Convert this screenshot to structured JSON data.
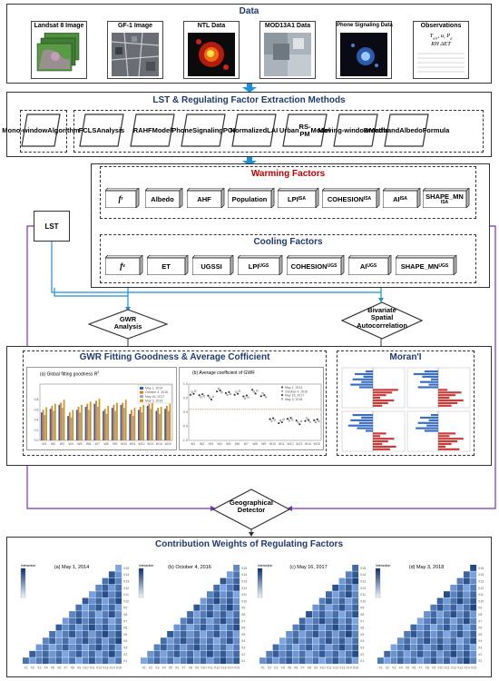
{
  "sections": {
    "data_title": "Data",
    "methods_title": "LST & Regulating Factor Extraction Methods",
    "warming_title": "Warming Factors",
    "cooling_title": "Cooling Factors",
    "gwr_section_title": "GWR Fitting Goodness & Average Cofficient",
    "moran_title": "Moran'I",
    "contrib_title": "Contribution Weights of Regulating Factors"
  },
  "data_sources": [
    {
      "label": "Landsat 8 Image"
    },
    {
      "label": "GF-1 Image"
    },
    {
      "label": "NTL Data"
    },
    {
      "label": "MOD13A1 Data"
    },
    {
      "label": "Phone Signaling Data"
    },
    {
      "label": "Observations"
    }
  ],
  "observations": {
    "line1": "T",
    "line1_sub": "air",
    "line1_rest": ", u, P",
    "line1_sub2": "a",
    "line2": "RH  ΔET"
  },
  "methods": {
    "single": {
      "l1": "Mono-",
      "l2": "window",
      "l3": "Algorithm"
    },
    "group": [
      {
        "l1": "FCLS",
        "l2": "Analysis",
        "l3": ""
      },
      {
        "l1": "RAHF",
        "l2": "Model",
        "l3": ""
      },
      {
        "l1": "Phone",
        "l2": "Signaling",
        "l3": "POI"
      },
      {
        "l1": "Normalized",
        "l2": "LAI",
        "l3": ""
      },
      {
        "l1": "Urban",
        "l2": "RS-PM",
        "l3": "Model"
      },
      {
        "l1": "Moving-",
        "l2": "window",
        "l3": "Method"
      },
      {
        "l1": "Broadband",
        "l2": "Albedo",
        "l3": "Formula"
      }
    ]
  },
  "lst_label": "LST",
  "warming_factors": [
    {
      "label": "f",
      "sub": "r"
    },
    {
      "label": "Albedo",
      "sub": ""
    },
    {
      "label": "AHF",
      "sub": ""
    },
    {
      "label": "Population",
      "sub": ""
    },
    {
      "label": "LPI",
      "sub": "ISA"
    },
    {
      "label": "COHESION",
      "sub": "ISA"
    },
    {
      "label": "AI",
      "sub": "ISA"
    },
    {
      "label": "SHAPE_MN",
      "sub": "ISA"
    }
  ],
  "cooling_factors": [
    {
      "label": "f",
      "sub": "v"
    },
    {
      "label": "ET",
      "sub": ""
    },
    {
      "label": "UGSSI",
      "sub": ""
    },
    {
      "label": "LPI",
      "sub": "UGS"
    },
    {
      "label": "COHESION",
      "sub": "UGS"
    },
    {
      "label": "AI",
      "sub": "UGS"
    },
    {
      "label": "SHAPE_MN",
      "sub": "UGS"
    }
  ],
  "gwr_diamond": {
    "l1": "GWR",
    "l2": "Analysis"
  },
  "bivariate_diamond": {
    "l1": "Bivariate",
    "l2": "Spatial",
    "l3": "Autocorrelation"
  },
  "geo_detector": {
    "l1": "Geographical",
    "l2": "Detector"
  },
  "panel_a": {
    "title": "(a)  Global fitting goodness R",
    "title_sup": "2",
    "legend": [
      "May 1, 2014",
      "October 4, 2016",
      "May 16, 2017",
      "May 3, 2018"
    ],
    "xticks": [
      "W1",
      "W2",
      "W3",
      "W4",
      "W5",
      "W6",
      "W7",
      "W8",
      "W9",
      "W10",
      "W11",
      "W12",
      "W13",
      "W14",
      "W15"
    ]
  },
  "panel_b": {
    "title": "(b)  Average coefficient of GWR",
    "legend": [
      "May 1, 2014",
      "October 4, 2016",
      "May 16, 2017",
      "May 3, 2018"
    ],
    "xticks": [
      "W1",
      "W2",
      "W3",
      "W4",
      "W5",
      "W6",
      "W7",
      "W8",
      "W9",
      "W10",
      "W11",
      "W12",
      "W13",
      "W14",
      "W15"
    ]
  },
  "heatmaps": [
    {
      "title": "(a) May 1, 2014"
    },
    {
      "title": "(b) October 4, 2016"
    },
    {
      "title": "(c) May 16, 2017"
    },
    {
      "title": "(d) May 3, 2018"
    }
  ],
  "heatmap_legend_label": "Interaction",
  "colors": {
    "title_blue": "#1f3a6e",
    "warming_red": "#c00000",
    "arrow_blue": "#1f8fd6",
    "purple": "#7b2fbf"
  }
}
